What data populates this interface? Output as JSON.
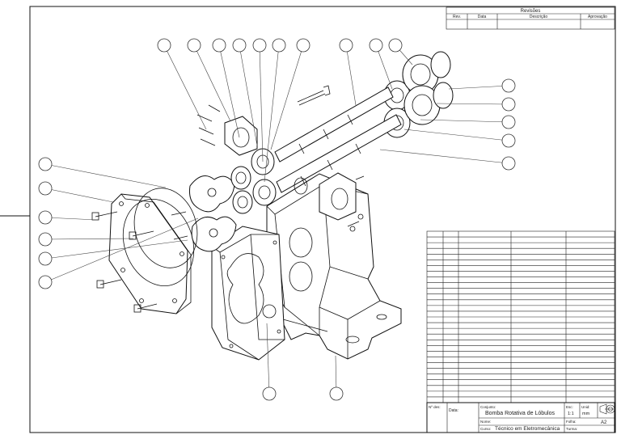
{
  "revisions": {
    "title": "Revisões",
    "headers": [
      "Rev.",
      "Data",
      "Descrição",
      "Aprovação"
    ]
  },
  "title_block": {
    "n_des_label": "Nº des:",
    "data_label": "Data:",
    "conjunto_label": "Conjunto:",
    "conjunto_value": "Bomba Rotativa de Lóbulos",
    "esc_label": "Esc:",
    "esc_value": "1:1",
    "unid_label": "Unid:",
    "unid_value": "mm",
    "nome_label": "Nome:",
    "folha_label": "Folha:",
    "folha_value": "A2",
    "curso_label": "Curso:",
    "curso_value": "Técnico em Eletromecânica",
    "turma_label": "Turma:"
  },
  "colors": {
    "line": "#111111",
    "paper": "#ffffff"
  }
}
